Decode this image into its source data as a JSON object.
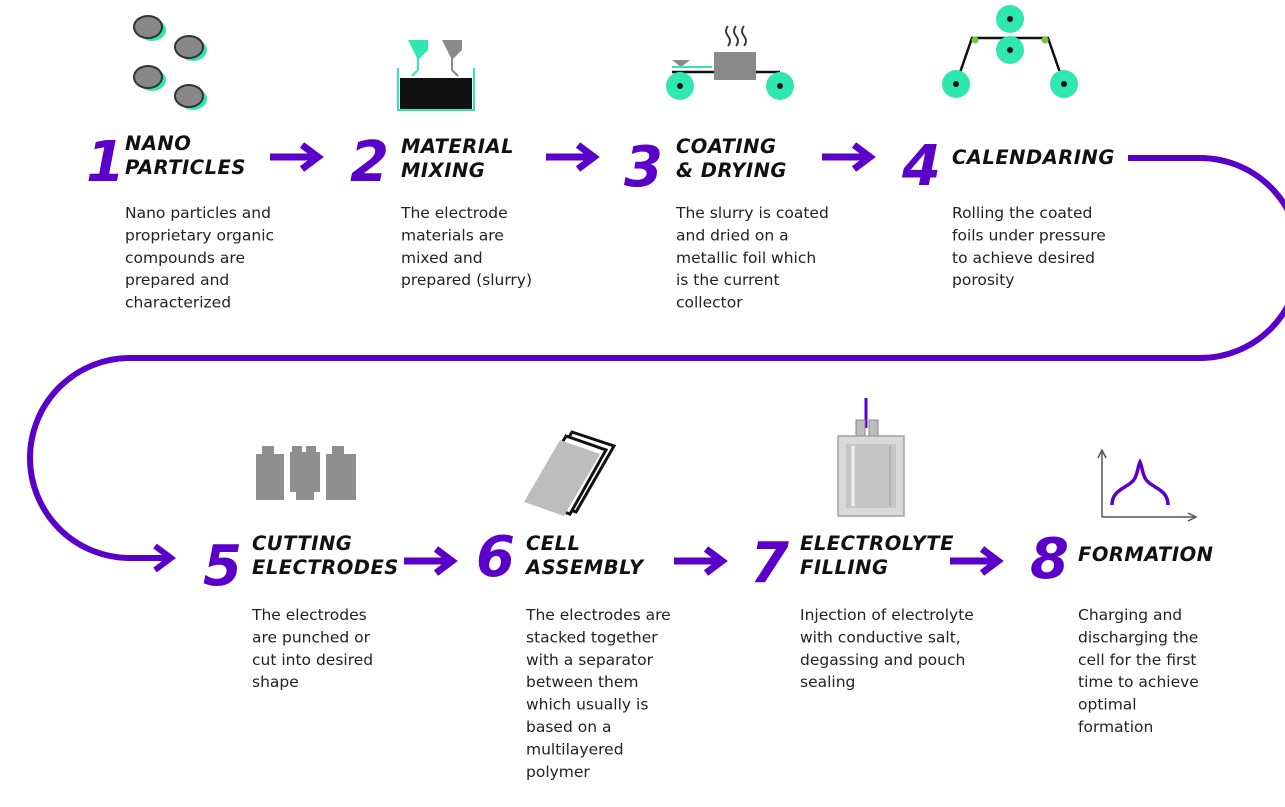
{
  "colors": {
    "accent": "#5b00c8",
    "teal": "#2ee8b0",
    "gray": "#8a8a8a",
    "green_dot": "#7ac143"
  },
  "steps": [
    {
      "number": "1",
      "title_lines": [
        "NANO",
        "PARTICLES"
      ],
      "desc_lines": [
        "Nano particles and",
        "proprietary organic",
        "compounds are",
        "prepared and",
        "characterized"
      ],
      "icon": "nano-particles-icon"
    },
    {
      "number": "2",
      "title_lines": [
        "MATERIAL",
        "MIXING"
      ],
      "desc_lines": [
        "The electrode",
        "materials are",
        "mixed and",
        "prepared (slurry)"
      ],
      "icon": "mixing-tank-icon"
    },
    {
      "number": "3",
      "title_lines": [
        "COATING",
        "& DRYING"
      ],
      "desc_lines": [
        "The slurry is coated",
        "and dried on a",
        "metallic foil which",
        "is the current",
        "collector"
      ],
      "icon": "coating-drying-icon"
    },
    {
      "number": "4",
      "title_lines": [
        "CALENDARING"
      ],
      "desc_lines": [
        "Rolling the coated",
        "foils under pressure",
        "to achieve desired",
        "porosity"
      ],
      "icon": "calendaring-rollers-icon"
    },
    {
      "number": "5",
      "title_lines": [
        "CUTTING",
        "ELECTRODES"
      ],
      "desc_lines": [
        "The electrodes",
        "are punched or",
        "cut into desired",
        "shape"
      ],
      "icon": "cut-electrodes-icon"
    },
    {
      "number": "6",
      "title_lines": [
        "CELL",
        "ASSEMBLY"
      ],
      "desc_lines": [
        "The electrodes are",
        "stacked together",
        "with a separator",
        "between them",
        "which usually is",
        "based on a",
        "multilayered",
        "polymer"
      ],
      "icon": "stacked-layers-icon"
    },
    {
      "number": "7",
      "title_lines": [
        "ELECTROLYTE",
        "FILLING"
      ],
      "desc_lines": [
        "Injection of electrolyte",
        "with conductive salt,",
        "degassing and pouch",
        "sealing"
      ],
      "icon": "pouch-cell-icon"
    },
    {
      "number": "8",
      "title_lines": [
        "FORMATION"
      ],
      "desc_lines": [
        "Charging and",
        "discharging the",
        "cell for the first",
        "time to achieve",
        "optimal",
        "formation"
      ],
      "icon": "formation-curve-icon"
    }
  ]
}
